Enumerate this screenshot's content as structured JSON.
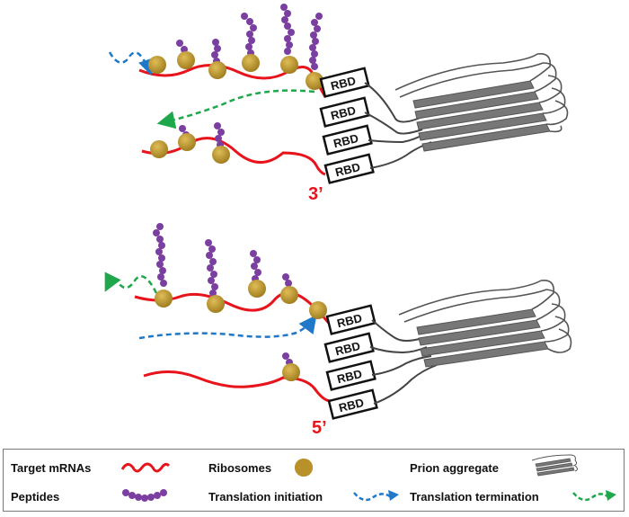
{
  "diagram": {
    "rbd_label": "RBD",
    "top_end_label": "3’",
    "bottom_end_label": "5’"
  },
  "legend": {
    "target_mrnas": "Target mRNAs",
    "ribosomes": "Ribosomes",
    "prion_aggregate": "Prion aggregate",
    "peptides": "Peptides",
    "translation_initiation": "Translation initiation",
    "translation_termination": "Translation termination"
  },
  "colors": {
    "mrna": "#e8141b",
    "ribosome": "#b8912a",
    "peptide": "#7a3fa0",
    "initiation_arrow": "#1f78c8",
    "termination_arrow": "#1fa84b",
    "aggregate": "#666666"
  }
}
